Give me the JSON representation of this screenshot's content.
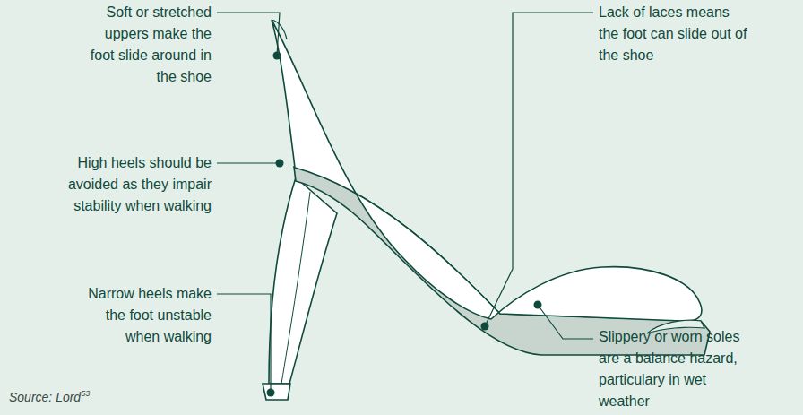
{
  "diagram": {
    "labels": [
      "Soft or stretched uppers make the foot slide around in the shoe",
      "Lack of laces means the foot can slide out of the shoe",
      "High heels should be avoided as they impair stability when walking",
      "Narrow heels make the foot unstable when walking",
      "Slippery or worn soles are a balance hazard, particulary in wet weather",
      "Source: Lord",
      "53"
    ]
  }
}
